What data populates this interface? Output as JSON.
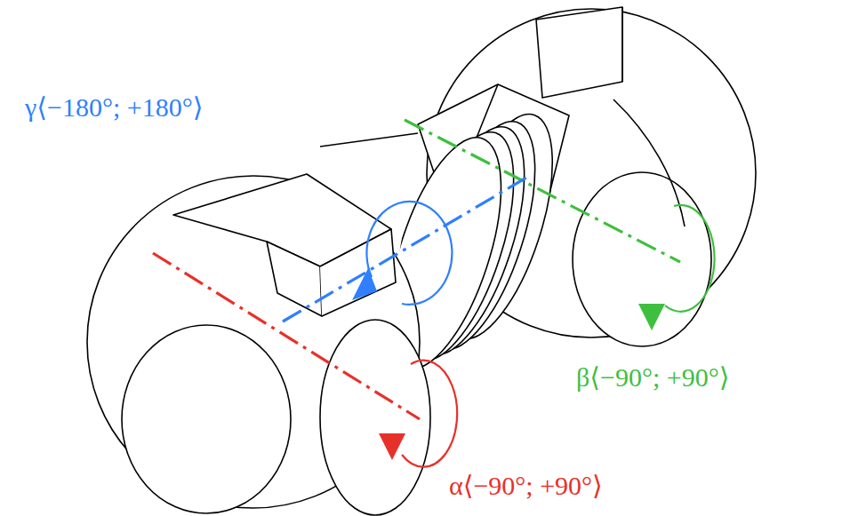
{
  "diagram": {
    "labels": [
      "γ⟨−180°; +180°⟩",
      "β⟨−90°; +90°⟩",
      "α⟨−90°; +90°⟩"
    ]
  }
}
